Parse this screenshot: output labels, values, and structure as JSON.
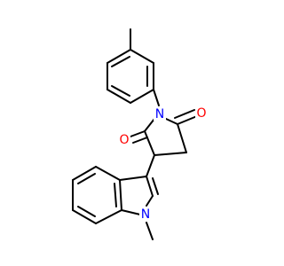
{
  "molecule": {
    "atoms": {
      "ring_nitrogen": "N",
      "carbonyl_oxygen_right": "O",
      "carbonyl_oxygen_left": "O",
      "indole_nitrogen": "N"
    }
  },
  "colors": {
    "bond": "#000000",
    "nitrogen": "#0000ff",
    "oxygen": "#ff0000",
    "background": "#ffffff"
  }
}
